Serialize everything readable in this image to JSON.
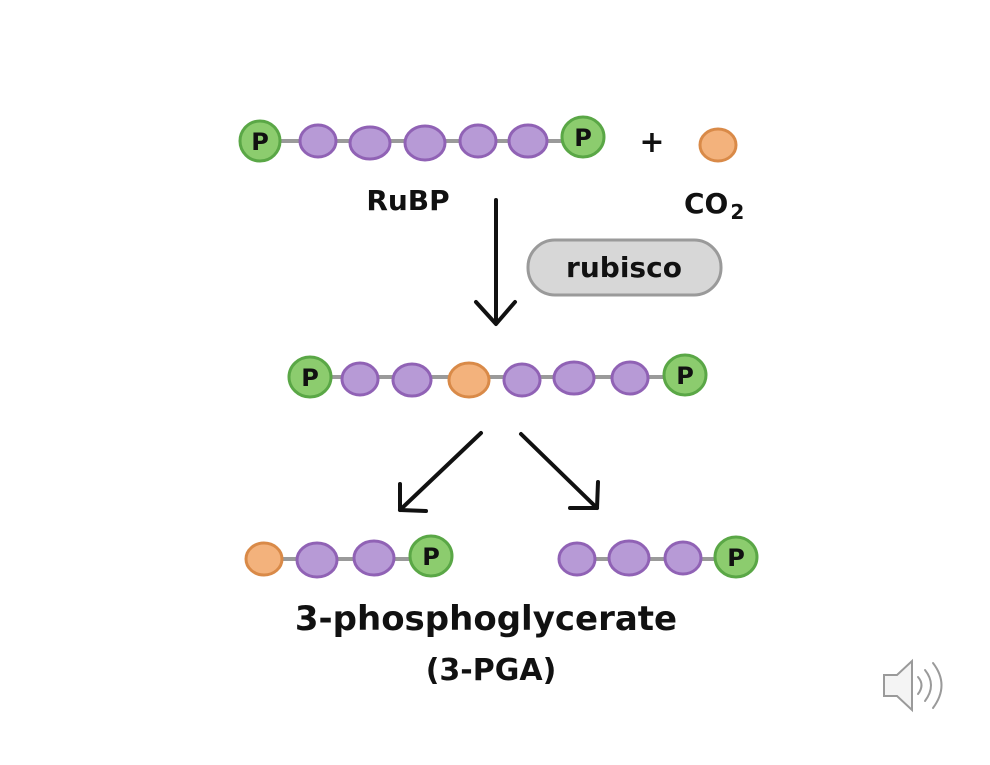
{
  "reactants": {
    "rubp_label": "RuBP",
    "plus_sign": "+",
    "co2_label": "CO",
    "co2_subscript": "2",
    "phosphate_symbol": "P"
  },
  "enzyme": {
    "label": "rubisco"
  },
  "products": {
    "name": "3-phosphoglycerate",
    "abbreviation": "(3-PGA)"
  },
  "colors": {
    "carbon": "#b79ad6",
    "phosphate": "#8ccc6e",
    "co2_carbon": "#f3b27c",
    "bond": "#9a9a9a"
  },
  "icons": {
    "audio": "speaker-icon"
  }
}
